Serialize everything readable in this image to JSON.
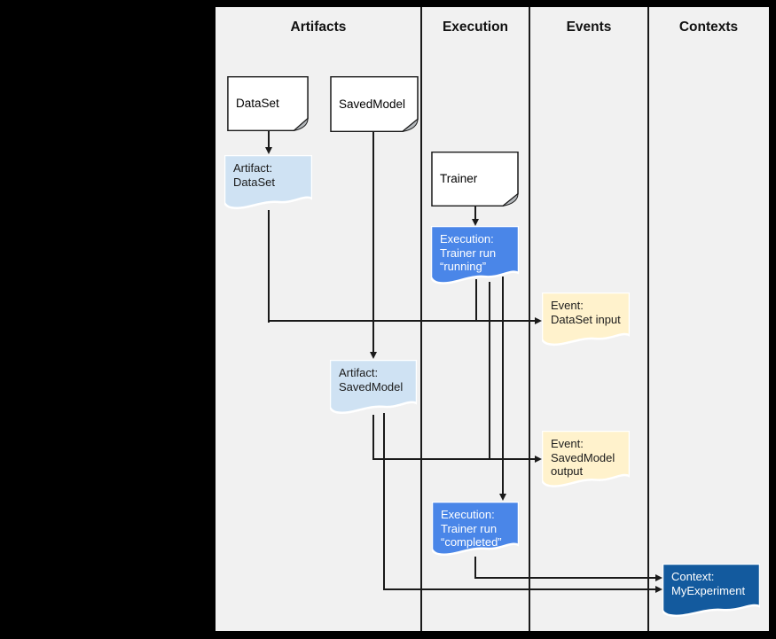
{
  "columns": [
    {
      "label": "Artifacts"
    },
    {
      "label": "Execution"
    },
    {
      "label": "Events"
    },
    {
      "label": "Contexts"
    }
  ],
  "colors": {
    "background": "#f1f1f1",
    "doc_fill": "#ffffff",
    "artifact": "#cfe2f3",
    "execution": "#4a86e8",
    "event": "#fff2cc",
    "context": "#135a9e",
    "line": "#1a1a1a"
  },
  "nodes": {
    "dataset": {
      "label": "DataSet"
    },
    "savedmodel": {
      "label": "SavedModel"
    },
    "trainer": {
      "label": "Trainer"
    },
    "artifact_dataset": {
      "label": "Artifact:\nDataSet"
    },
    "execution_running": {
      "label": "Execution:\nTrainer run\n“running”"
    },
    "event_dataset_input": {
      "label": "Event:\nDataSet input"
    },
    "artifact_savedmodel": {
      "label": "Artifact:\nSavedModel"
    },
    "event_savedmodel_output": {
      "label": "Event:\nSavedModel\noutput"
    },
    "execution_completed": {
      "label": "Execution:\nTrainer run\n“completed”"
    },
    "context_myexperiment": {
      "label": "Context:\nMyExperiment"
    }
  }
}
